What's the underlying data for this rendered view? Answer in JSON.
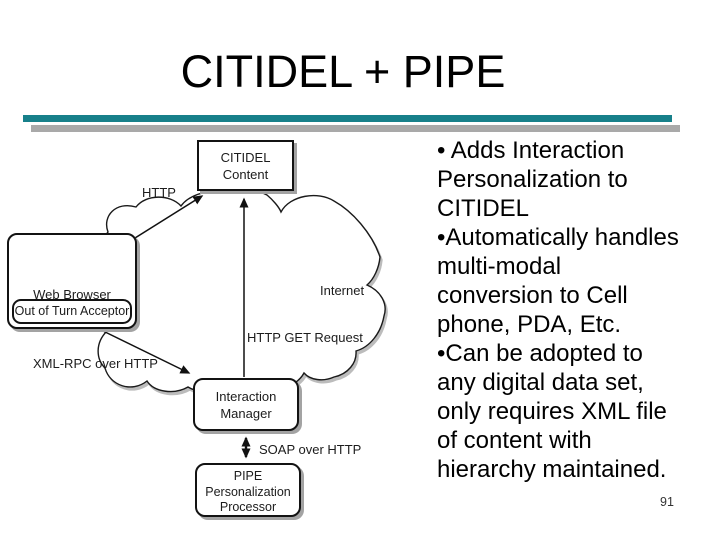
{
  "slide": {
    "title": "CITIDEL + PIPE",
    "page_number": "91",
    "accent_bar_color": "#17808A",
    "secondary_bar_color": "#A9A9A9"
  },
  "diagram": {
    "cloud_label": "Internet",
    "nodes": {
      "citidel_content": {
        "label": "CITIDEL\nContent"
      },
      "web_browser": {
        "label": "Web Browser",
        "sub_label": "Out of Turn Acceptor"
      },
      "interaction_manager": {
        "label": "Interaction\nManager"
      },
      "pipe_processor": {
        "label": "PIPE\nPersonalization\nProcessor"
      }
    },
    "edge_labels": {
      "http": "HTTP",
      "http_get": "HTTP GET Request",
      "xml_rpc": "XML-RPC over HTTP",
      "soap": "SOAP over HTTP"
    }
  },
  "bullets": {
    "items": [
      "• Adds Interaction Personalization to CITIDEL",
      "•Automatically handles multi-modal conversion to Cell phone, PDA, Etc.",
      "•Can be adopted to any digital data set, only requires XML file of content with hierarchy maintained."
    ]
  }
}
